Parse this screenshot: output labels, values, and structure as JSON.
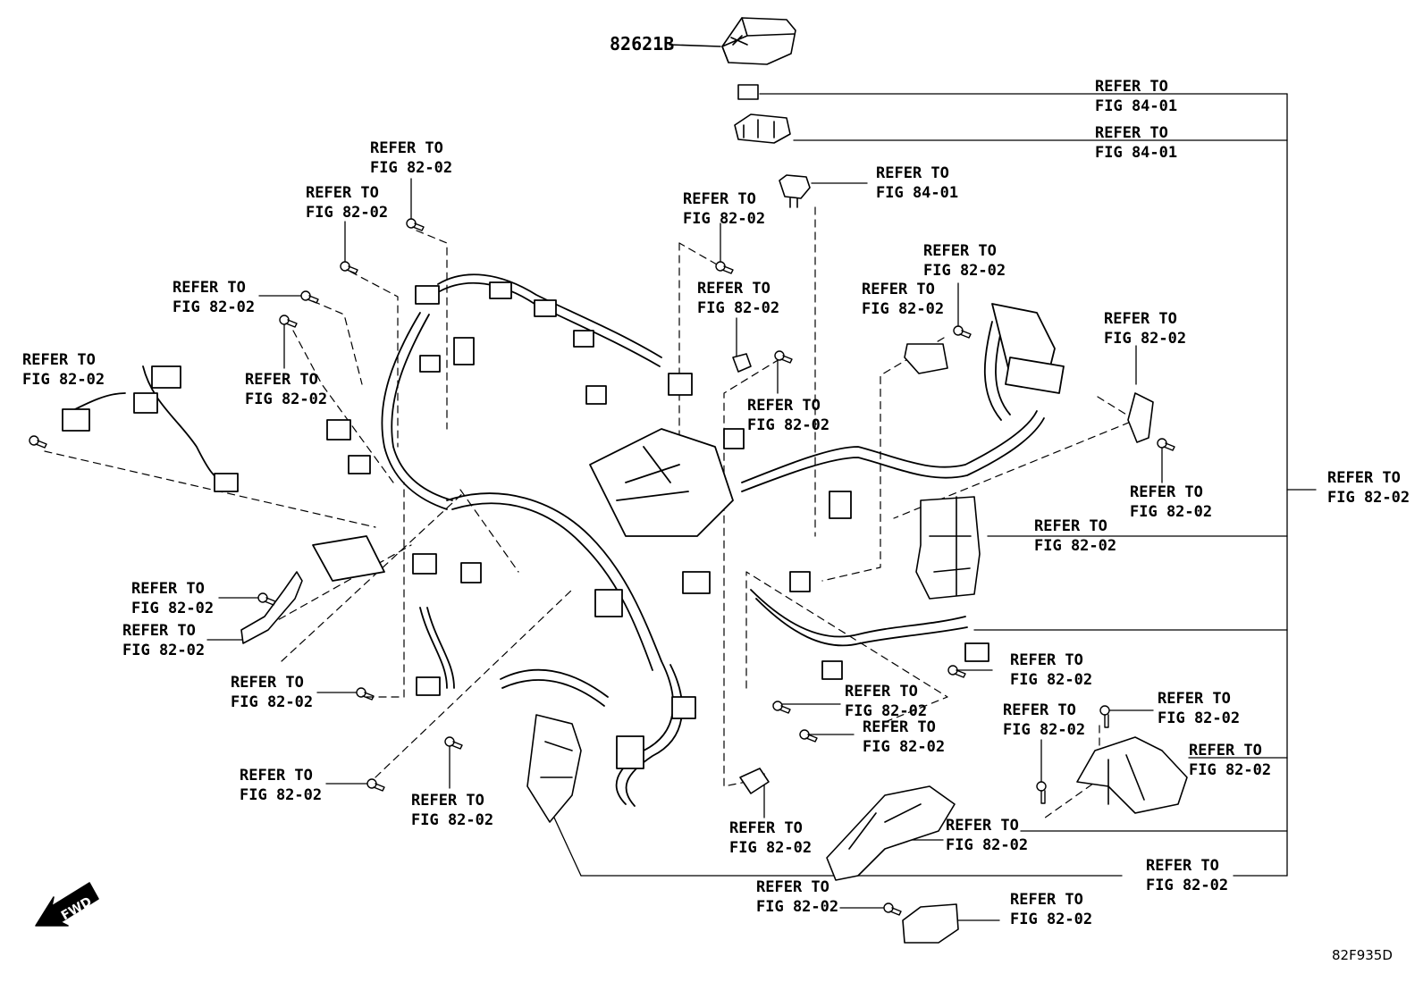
{
  "diagram": {
    "part_number": "82621B",
    "drawing_code": "82F935D",
    "fwd_label": "FWD",
    "callouts": [
      {
        "id": "c01",
        "line1": "REFER TO",
        "line2": "FIG 84-01"
      },
      {
        "id": "c02",
        "line1": "REFER TO",
        "line2": "FIG 84-01"
      },
      {
        "id": "c03",
        "line1": "REFER TO",
        "line2": "FIG 84-01"
      },
      {
        "id": "c04",
        "line1": "REFER TO",
        "line2": "FIG 82-02"
      },
      {
        "id": "c05",
        "line1": "REFER TO",
        "line2": "FIG 82-02"
      },
      {
        "id": "c06",
        "line1": "REFER TO",
        "line2": "FIG 82-02"
      },
      {
        "id": "c07",
        "line1": "REFER TO",
        "line2": "FIG 82-02"
      },
      {
        "id": "c08",
        "line1": "REFER TO",
        "line2": "FIG 82-02"
      },
      {
        "id": "c09",
        "line1": "REFER TO",
        "line2": "FIG 82-02"
      },
      {
        "id": "c10",
        "line1": "REFER TO",
        "line2": "FIG 82-02"
      },
      {
        "id": "c11",
        "line1": "REFER TO",
        "line2": "FIG 82-02"
      },
      {
        "id": "c12",
        "line1": "REFER TO",
        "line2": "FIG 82-02"
      },
      {
        "id": "c13",
        "line1": "REFER TO",
        "line2": "FIG 82-02"
      },
      {
        "id": "c14",
        "line1": "REFER TO",
        "line2": "FIG 82-02"
      },
      {
        "id": "c15",
        "line1": "REFER TO",
        "line2": "FIG 82-02"
      },
      {
        "id": "c16",
        "line1": "REFER TO",
        "line2": "FIG 82-02"
      },
      {
        "id": "c17",
        "line1": "REFER TO",
        "line2": "FIG 82-02"
      },
      {
        "id": "c18",
        "line1": "REFER TO",
        "line2": "FIG 82-02"
      },
      {
        "id": "c19",
        "line1": "REFER TO",
        "line2": "FIG 82-02"
      },
      {
        "id": "c20",
        "line1": "REFER TO",
        "line2": "FIG 82-02"
      },
      {
        "id": "c21",
        "line1": "REFER TO",
        "line2": "FIG 82-02"
      },
      {
        "id": "c22",
        "line1": "REFER TO",
        "line2": "FIG 82-02"
      },
      {
        "id": "c23",
        "line1": "REFER TO",
        "line2": "FIG 82-02"
      },
      {
        "id": "c24",
        "line1": "REFER TO",
        "line2": "FIG 82-02"
      },
      {
        "id": "c25",
        "line1": "REFER TO",
        "line2": "FIG 82-02"
      },
      {
        "id": "c26",
        "line1": "REFER TO",
        "line2": "FIG 82-02"
      },
      {
        "id": "c27",
        "line1": "REFER TO",
        "line2": "FIG 82-02"
      },
      {
        "id": "c28",
        "line1": "REFER TO",
        "line2": "FIG 82-02"
      },
      {
        "id": "c29",
        "line1": "REFER TO",
        "line2": "FIG 82-02"
      },
      {
        "id": "c30",
        "line1": "REFER TO",
        "line2": "FIG 82-02"
      },
      {
        "id": "c31",
        "line1": "REFER TO",
        "line2": "FIG 82-02"
      },
      {
        "id": "c32",
        "line1": "REFER TO",
        "line2": "FIG 82-02"
      },
      {
        "id": "c33",
        "line1": "REFER TO",
        "line2": "FIG 82-02"
      }
    ]
  }
}
